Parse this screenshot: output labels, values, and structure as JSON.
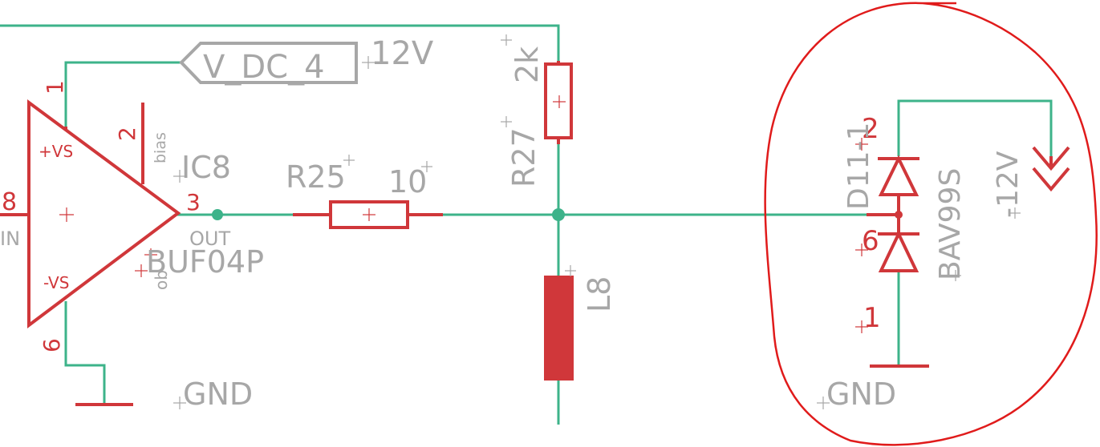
{
  "colors": {
    "wire": "#3db38a",
    "part": "#d0373a",
    "label": "#a7a7a7",
    "annotation": "#e01b1b",
    "background": "#ffffff"
  },
  "opamp": {
    "name": "IC8",
    "value": "BUF04P",
    "pins": {
      "in_number": "8",
      "in_label": "IN",
      "vplus_number": "1",
      "vplus_label": "+VS",
      "bias_number": "2",
      "bias_label": "bias",
      "out_number": "3",
      "out_label": "OUT",
      "vminus_number": "6",
      "vminus_label": "-VS",
      "extra_label": "ob"
    }
  },
  "net_label_v_dc": "V_DC_4",
  "supply_label_12v": "12V",
  "resistor_r25": {
    "name": "R25",
    "value": "10"
  },
  "resistor_r27": {
    "name": "R27",
    "value": "2k"
  },
  "inductor": {
    "name": "L8"
  },
  "diode": {
    "name": "D11-1",
    "value": "BAV99S",
    "pin_top": "2",
    "pin_mid": "6",
    "pin_bot": "1"
  },
  "supply_neg_12v": "-12V",
  "gnd_left": "GND",
  "gnd_right": "GND"
}
